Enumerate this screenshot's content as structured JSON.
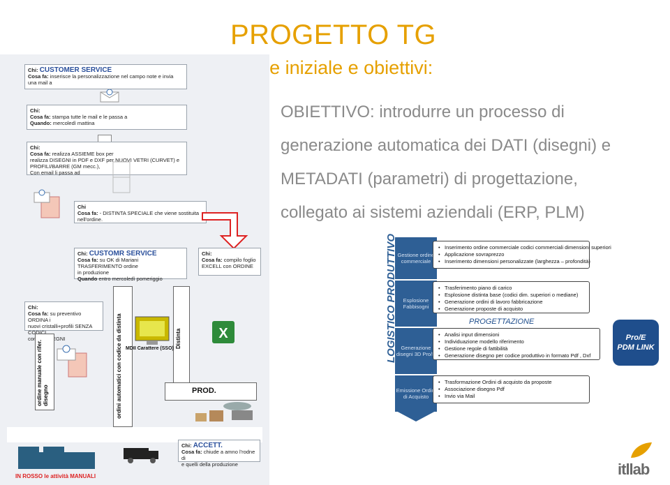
{
  "header": {
    "title": "PROGETTO TG",
    "subtitle": "Situazione iniziale e obiettivi:"
  },
  "objective": {
    "lines": [
      "OBIETTIVO: introdurre un processo di",
      "generazione automatica dei DATI (disegni) e",
      "METADATI (parametri) di progettazione,",
      "collegato ai sistemi aziendali (ERP, PLM)"
    ]
  },
  "flow": {
    "card1": {
      "chi_label": "Chi:",
      "chi": "CUSTOMER SERVICE",
      "cosa_label": "Cosa fa:",
      "cosa": "inserisce la personalizzazione nel campo note e invia una mail a"
    },
    "card2": {
      "chi_label": "Chi:",
      "cosa_label": "Cosa fa:",
      "cosa": "stampa tutte le mail e le passa a",
      "quando_label": "Quando:",
      "quando": "mercoledì mattina"
    },
    "card3": {
      "chi_label": "Chi:",
      "cosa_label": "Cosa fa:",
      "cosa": "realizza ASSIEME box per",
      "line2": "realizza  DISEGNI in PDF e DXF per NUOVI VETRI (CURVET) e",
      "line3": "PROFILI/BARRE (GM mecc.),",
      "line4": "Con email li passa ad"
    },
    "card4": {
      "chi_label": "Chi",
      "cosa_label": "Cosa fa:",
      "cosa": "- DISTINTA SPECIALE che viene sostituita nell'ordine."
    },
    "card5": {
      "chi_label": "Chi:",
      "chi": "CUSTOMR SERVICE",
      "cosa_label": "Cosa fa:",
      "cosa": "su OK di Mariani TRASFERIMENTO ordine",
      "line2": "in produzione",
      "quando_label": "Quando",
      "quando": "entro mercoledì pomeriggio"
    },
    "card6": {
      "chi_label": "Chi:",
      "cosa_label": "Cosa fa:",
      "cosa": "compilo foglio",
      "line2": "EXCELL con ORDINE"
    },
    "card7": {
      "chi_label": "Chi:",
      "cosa_label": "Cosa fa:",
      "cosa": "su preventivo ORDINA i",
      "line2": "nuovi cristalli+profili SENZA CODICI",
      "line3": "con rif.DISEGNI"
    },
    "card8": {
      "chi_label": "Chi:",
      "chi": "ACCETT.",
      "cosa_label": "Cosa fa:",
      "cosa": "chiude a amno l'rodne di",
      "line2": "e quelli della produzione"
    },
    "vtext1": "ordine manuale con rifer. disegno",
    "vtext2": "ordini automatici con codice da distinta",
    "vtext3": "Distinta",
    "monitor_label": "MDII Carattere (SSO)",
    "prod_label": "PROD.",
    "legend": "IN ROSSO le attività MANUALI"
  },
  "process": {
    "side_label": "LOGISTICO PRODUTTIVO",
    "steps": [
      {
        "name": "Gestione ordine commerciale",
        "items": [
          "Inserimento ordine commerciale codici commerciali dimensioni superiori",
          "Applicazione sovraprezzo",
          "Inserimento dimensioni personalizzate (larghezza – profondità)"
        ]
      },
      {
        "name": "Esplosione Fabbisogni",
        "items": [
          "Trasferimento piano di carico",
          "Esplosione distinta base (codici dim. superiori o mediane)",
          "Generazione ordini di lavoro fabbricazione",
          "Generazione proposte di acquisto"
        ]
      },
      {
        "name": "Generazione disegni 3D Pro/E",
        "items": [
          "Analisi input dimensioni",
          "Individuazione modello riferimento",
          "Gestione regole di fattibilità",
          "Generazione disegno  per codice produttivo in formato Pdf , Dxf"
        ]
      },
      {
        "name": "Emissione Ordini di Acquisto",
        "items": [
          "Trasformazione Ordini di acquisto da proposte",
          "Associazione disegno Pdf",
          "Invio via Mail"
        ]
      }
    ],
    "progettazione": "PROGETTAZIONE",
    "pdm": {
      "line1": "Pro/E",
      "line2": "PDM LINK"
    }
  },
  "logo": {
    "text": "itllab"
  },
  "colors": {
    "title": "#e6a000",
    "process_blue": "#2e5f95",
    "objective_gray": "#8a8a8a",
    "manual_red": "#dd2222"
  }
}
